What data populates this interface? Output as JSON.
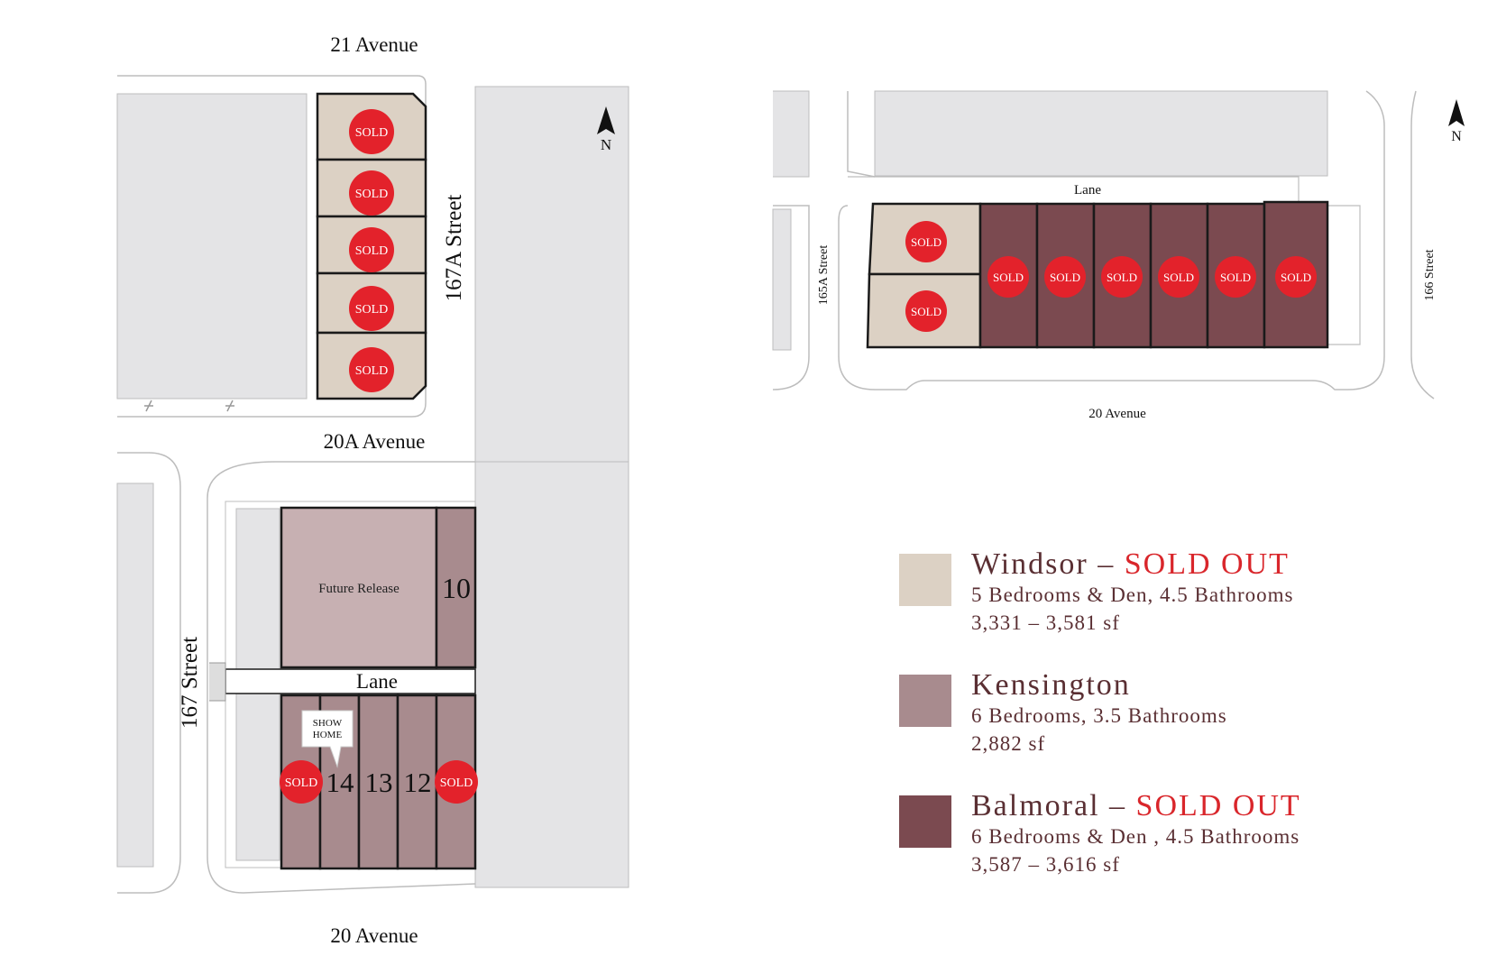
{
  "colors": {
    "windsor": "#dcd1c4",
    "kensington": "#a88b8e",
    "balmoral": "#7b4a50",
    "future": "#c7b0b2",
    "sold_badge": "#e3222b",
    "block": "#e4e4e6",
    "legend_text": "#5a2f33"
  },
  "map_left": {
    "streets": {
      "north": "21 Avenue",
      "middle": "20A Avenue",
      "south": "20 Avenue",
      "east": "167A Street",
      "west": "167 Street",
      "lane": "Lane"
    },
    "north_arrow": "N",
    "future_release": "Future Release",
    "show_home": [
      "SHOW",
      "HOME"
    ],
    "lots": [
      "10",
      "14",
      "13",
      "12"
    ],
    "sold_label": "SOLD"
  },
  "map_right": {
    "streets": {
      "lane": "Lane",
      "south": "20 Avenue",
      "west": "165A Street",
      "east": "166 Street"
    },
    "north_arrow": "N",
    "sold_label": "SOLD"
  },
  "legend": [
    {
      "name": "Windsor",
      "status": "SOLD OUT",
      "details": "5 Bedrooms & Den, 4.5 Bathrooms",
      "area": "3,331 – 3,581 sf",
      "color_key": "windsor"
    },
    {
      "name": "Kensington",
      "status": "",
      "details": "6 Bedrooms, 3.5 Bathrooms",
      "area": "2,882 sf",
      "color_key": "kensington"
    },
    {
      "name": "Balmoral",
      "status": "SOLD OUT",
      "details": "6 Bedrooms & Den , 4.5 Bathrooms",
      "area": "3,587 – 3,616 sf",
      "color_key": "balmoral"
    }
  ]
}
